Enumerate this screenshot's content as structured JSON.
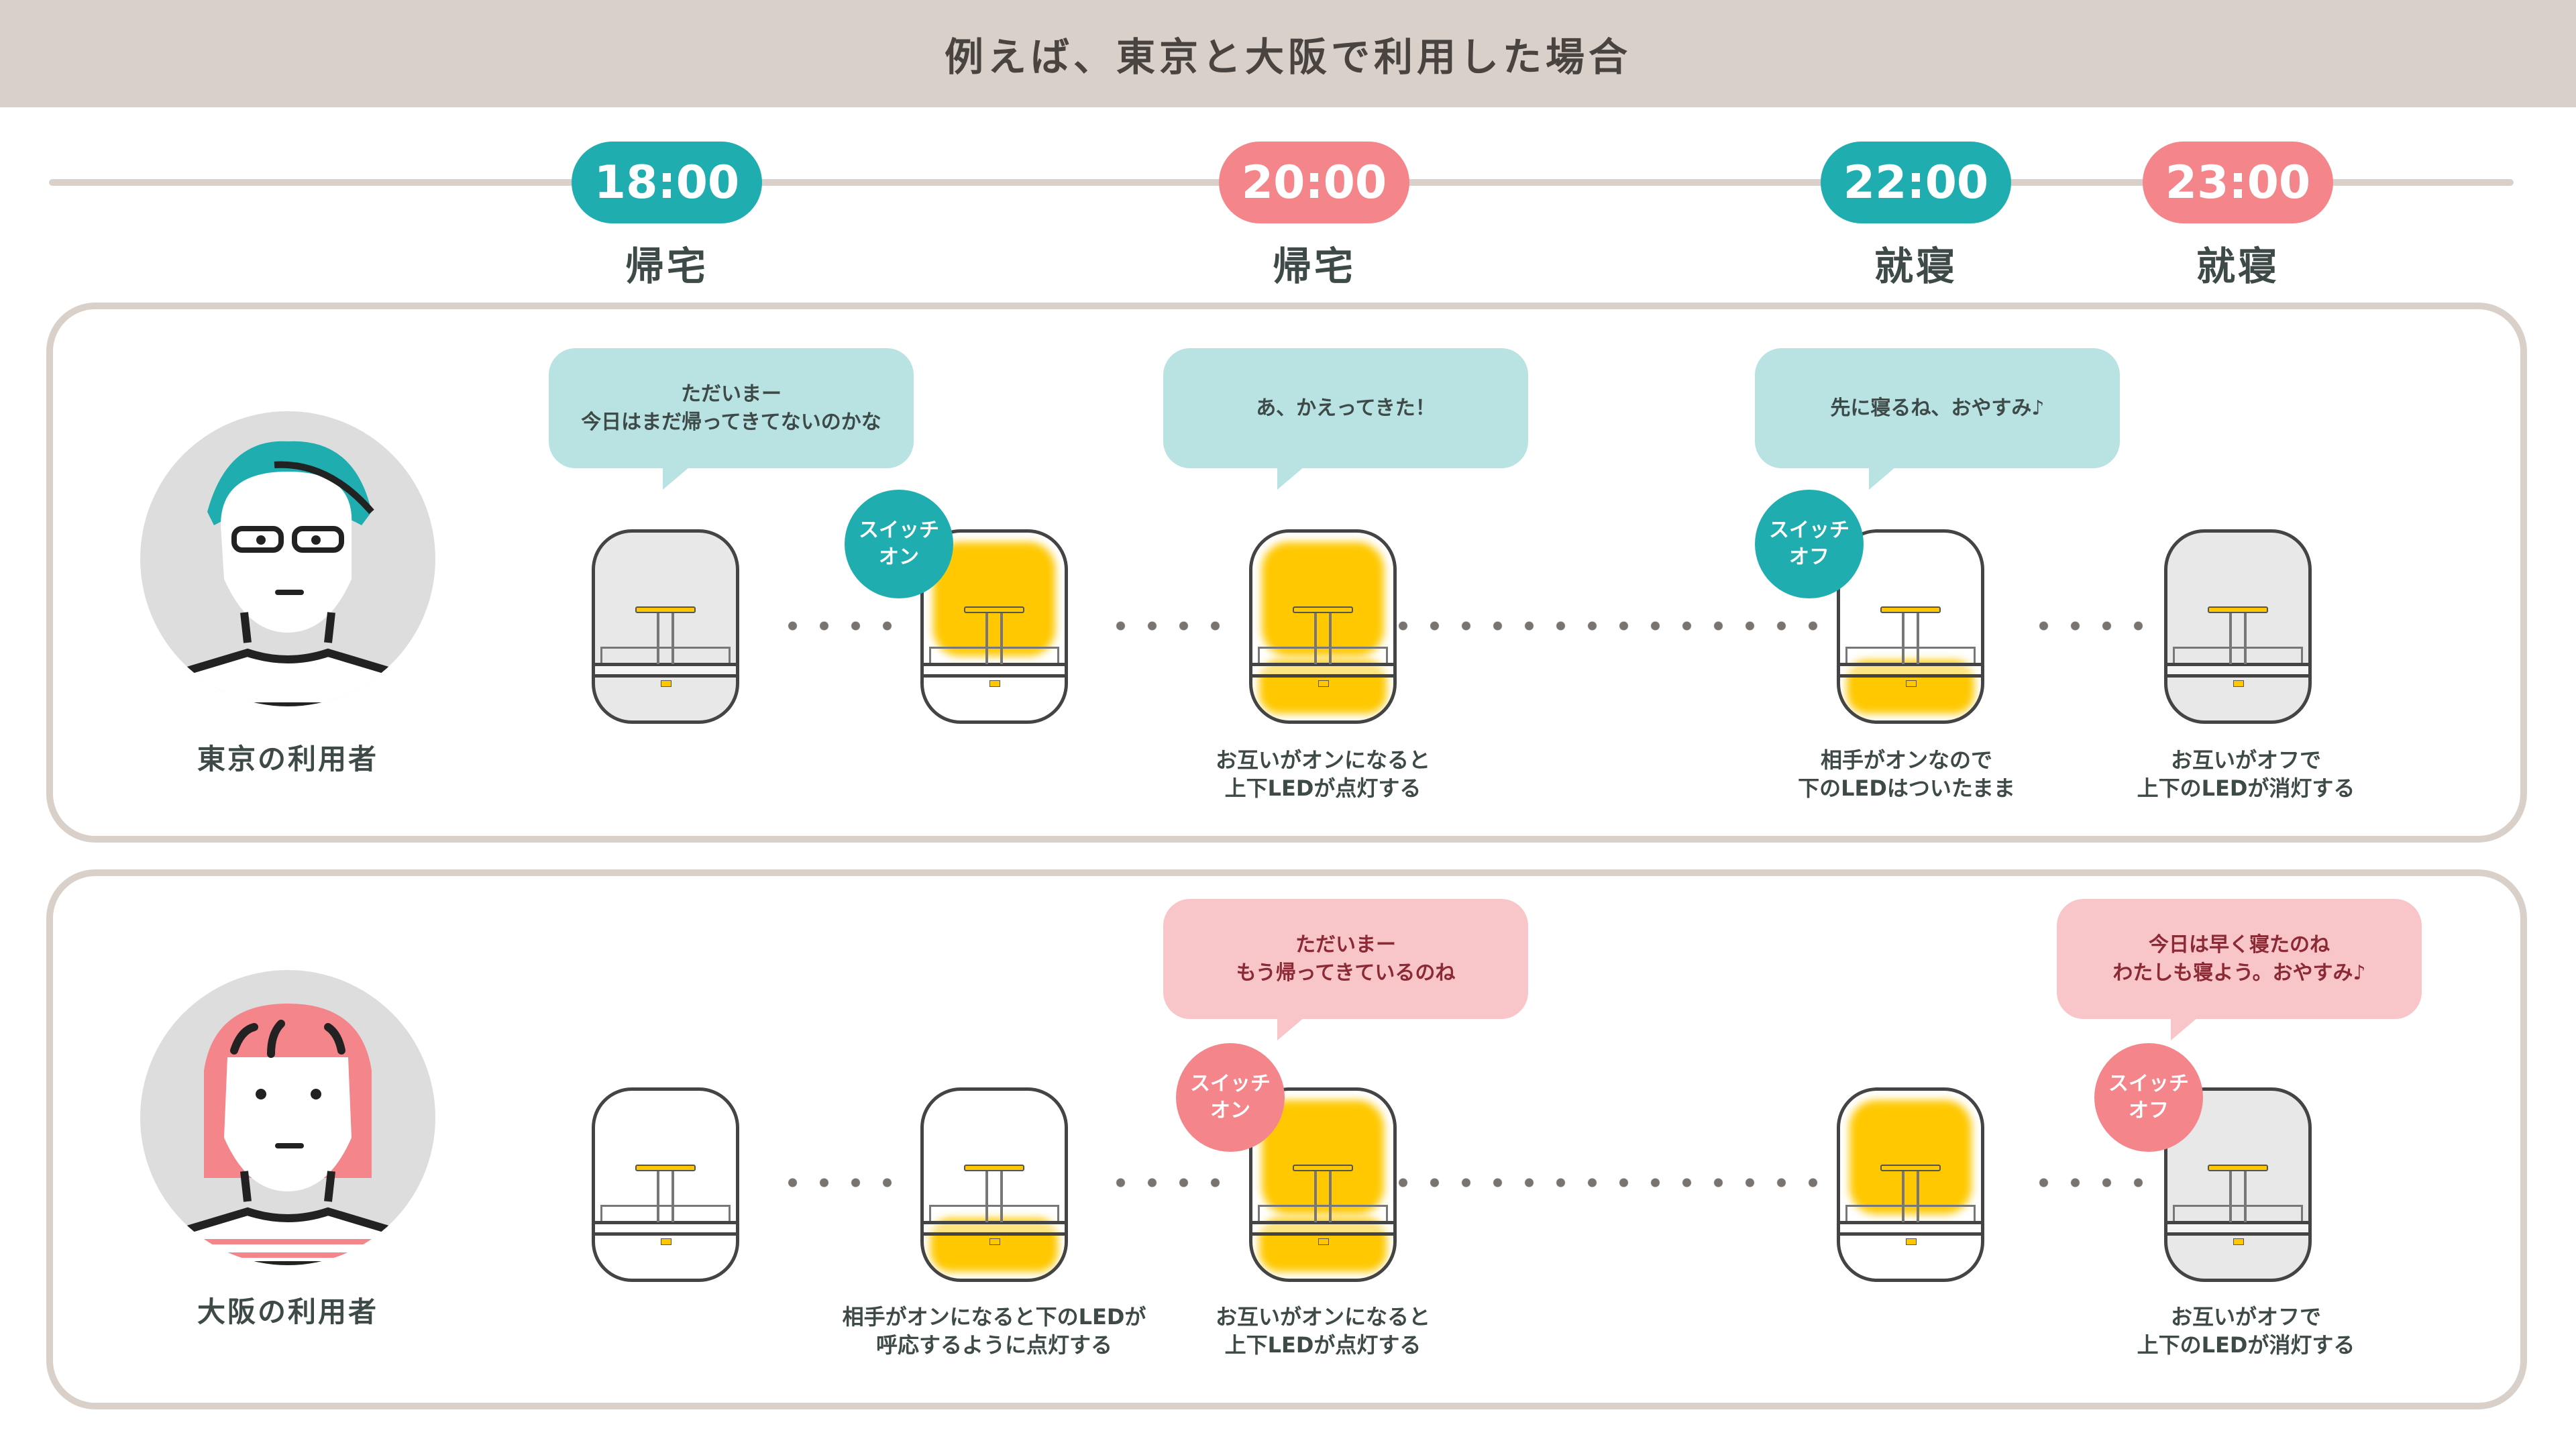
{
  "title": "例えば、東京と大阪で利用した場合",
  "timeline": [
    {
      "time": "18:00",
      "label": "帰宅",
      "color": "#1fadb0"
    },
    {
      "time": "20:00",
      "label": "帰宅",
      "color": "#f4858a"
    },
    {
      "time": "22:00",
      "label": "就寝",
      "color": "#1fadb0"
    },
    {
      "time": "23:00",
      "label": "就寝",
      "color": "#f4858a"
    }
  ],
  "tokyo": {
    "user_label": "東京の利用者",
    "bubbles": [
      [
        "ただいまー",
        "今日はまだ帰ってきてないのかな"
      ],
      [
        "あ、かえってきた！"
      ],
      [
        "先に寝るね、おやすみ♪"
      ]
    ],
    "badges": [
      [
        "スイッチ",
        "オン"
      ],
      [
        "スイッチ",
        "オフ"
      ]
    ],
    "lamp_states": [
      "off",
      "top",
      "both",
      "bottom",
      "off"
    ],
    "captions": [
      [
        "お互いがオンになると",
        "上下LEDが点灯する"
      ],
      [
        "相手がオンなので",
        "下のLEDはついたまま"
      ],
      [
        "お互いがオフで",
        "上下のLEDが消灯する"
      ]
    ]
  },
  "osaka": {
    "user_label": "大阪の利用者",
    "bubbles": [
      [
        "ただいまー",
        "もう帰ってきているのね"
      ],
      [
        "今日は早く寝たのね",
        "わたしも寝よう。おやすみ♪"
      ]
    ],
    "badges": [
      [
        "スイッチ",
        "オン"
      ],
      [
        "スイッチ",
        "オフ"
      ]
    ],
    "lamp_states": [
      "off-white",
      "bottom",
      "both",
      "top",
      "off"
    ],
    "captions": [
      [
        "相手がオンになると下のLEDが",
        "呼応するように点灯する"
      ],
      [
        "お互いがオンになると",
        "上下LEDが点灯する"
      ],
      [
        "お互いがオフで",
        "上下のLEDが消灯する"
      ]
    ]
  }
}
